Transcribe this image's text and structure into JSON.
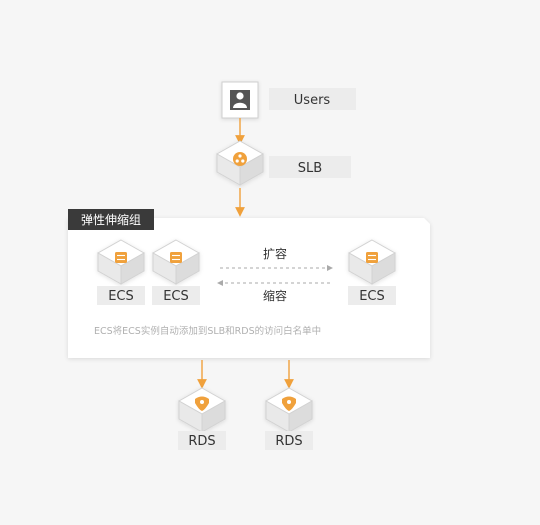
{
  "nodes": {
    "users": "Users",
    "slb": "SLB",
    "ecs": [
      "ECS",
      "ECS",
      "ECS"
    ],
    "rds": [
      "RDS",
      "RDS"
    ]
  },
  "group": {
    "title": "弹性伸缩组",
    "scale_out": "扩容",
    "scale_in": "缩容",
    "note": "ECS将ECS实例自动添加到SLB和RDS的访问白名单中"
  },
  "colors": {
    "accent": "#f0a13c",
    "tag_bg": "#3a3a3a",
    "panel_bg": "#ffffff",
    "label_bg": "#ececec"
  },
  "icons": {
    "users": "user-icon",
    "slb": "load-balancer-icon",
    "ecs": "server-icon",
    "rds": "database-icon"
  }
}
